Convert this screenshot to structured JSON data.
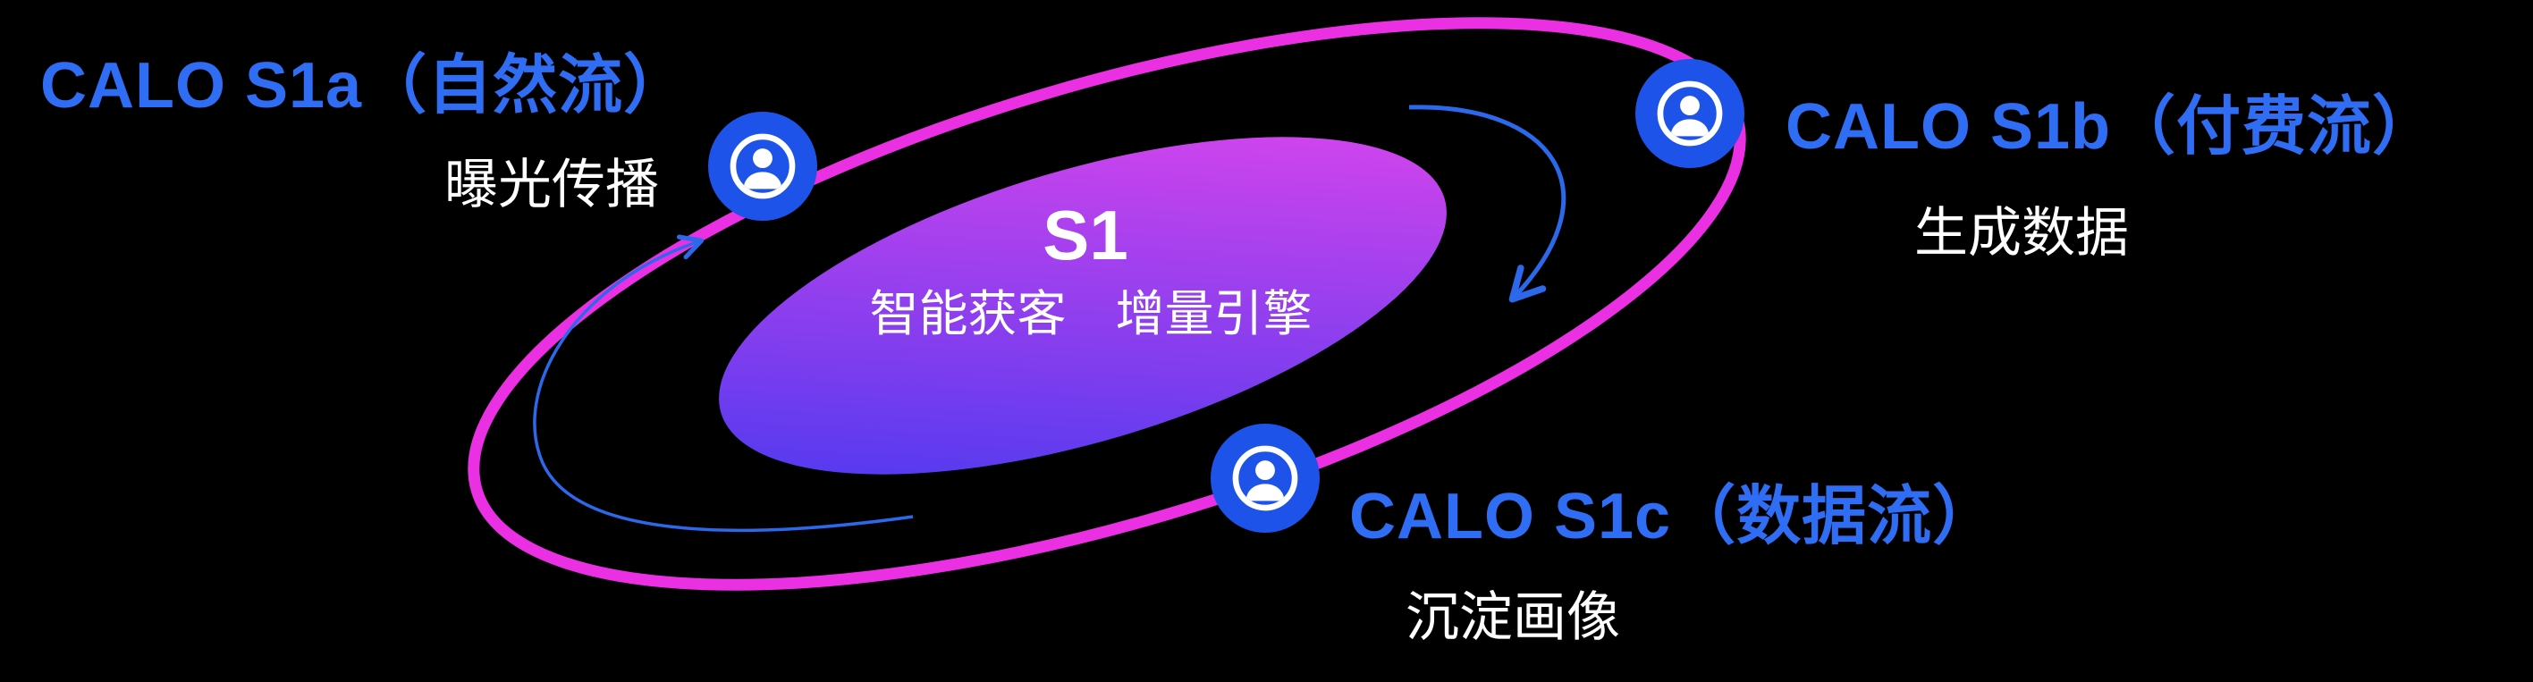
{
  "center": {
    "title": "S1",
    "subtitle": "智能获客　增量引擎"
  },
  "nodes": [
    {
      "id": "s1a",
      "label": "CALO S1a（自然流）",
      "sublabel": "曝光传播",
      "icon": "user-badge-icon"
    },
    {
      "id": "s1b",
      "label": "CALO S1b（付费流）",
      "sublabel": "生成数据",
      "icon": "user-badge-icon"
    },
    {
      "id": "s1c",
      "label": "CALO S1c（数据流）",
      "sublabel": "沉淀画像",
      "icon": "user-badge-icon"
    }
  ],
  "colors": {
    "background": "#000000",
    "label_blue": "#2f6df4",
    "text_white": "#ffffff",
    "node_blue": "#1d53e8",
    "orbit_magenta": "#ea30e2",
    "gradient_blue": "#4038f0",
    "gradient_pink": "#e646ec",
    "arrow_blue": "#2c68ea"
  }
}
